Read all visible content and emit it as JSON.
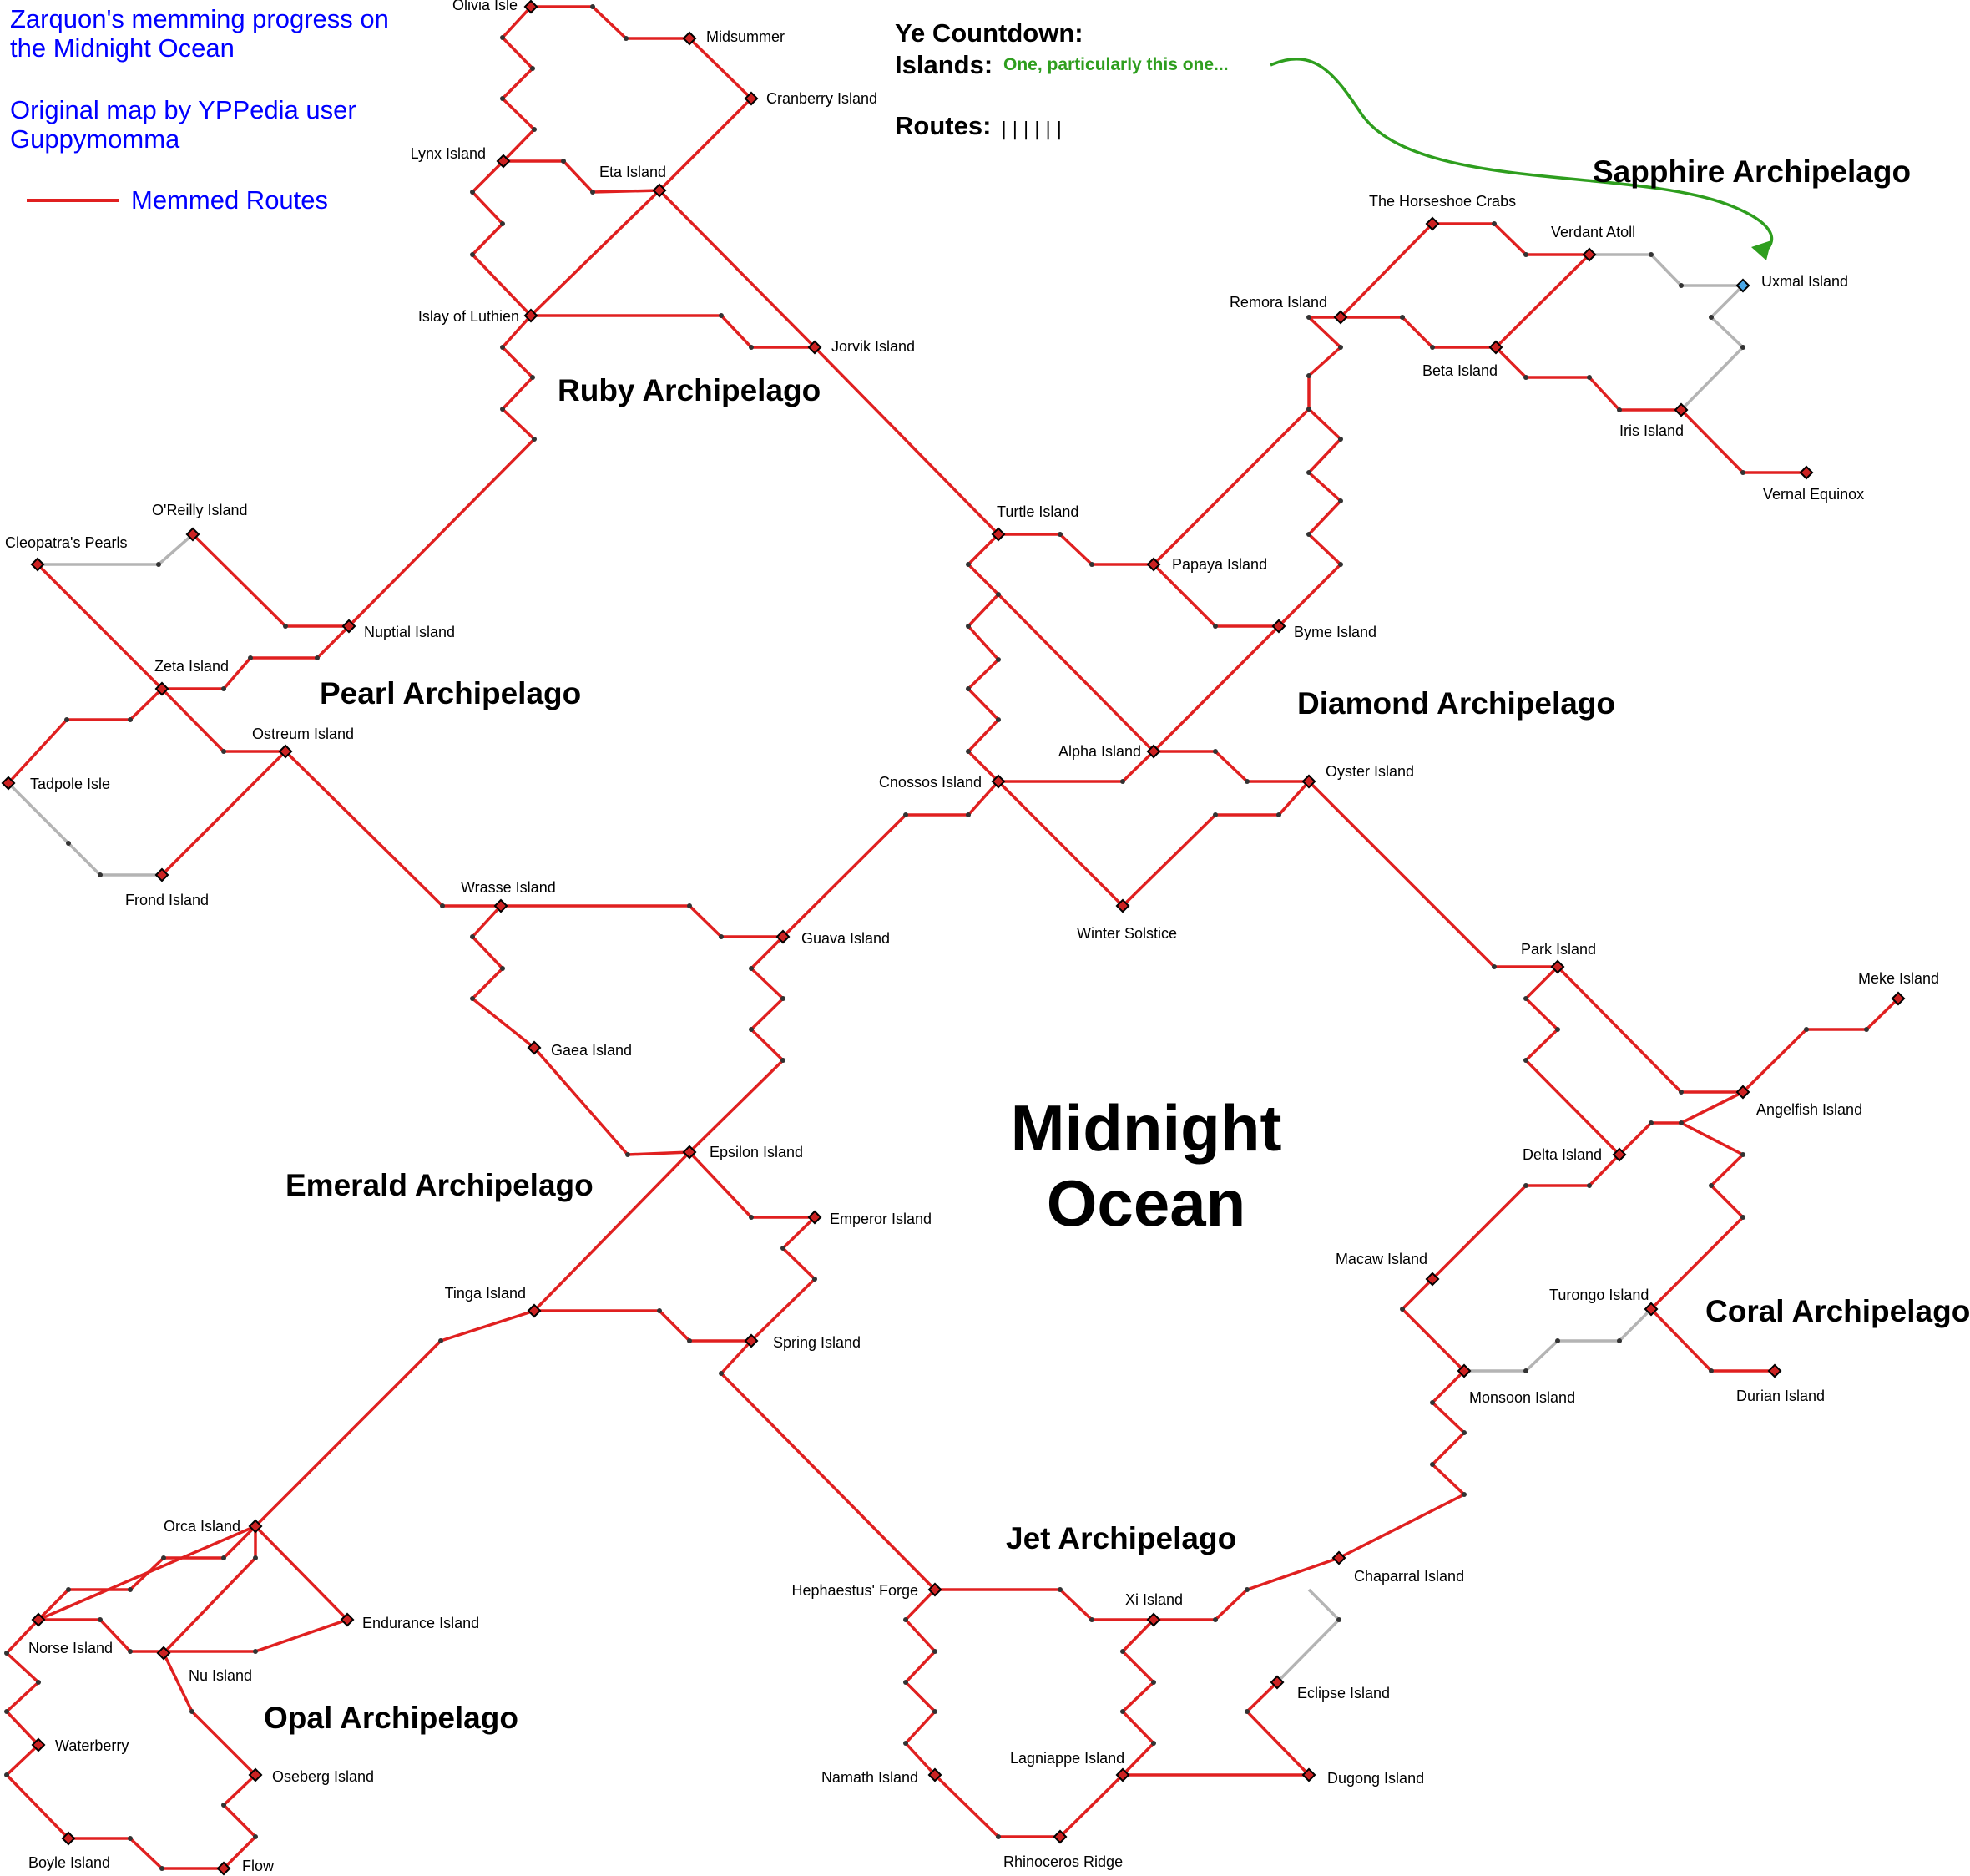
{
  "legend": {
    "title_line1": "Zarquon's memming progress on",
    "title_line2": "the Midnight Ocean",
    "credit_line1": "Original map by YPPedia user",
    "credit_line2": "Guppymomma",
    "memmed_label": "Memmed Routes"
  },
  "countdown": {
    "heading": "Ye Countdown:",
    "islands_label": "Islands:",
    "islands_value": "One, particularly this one...",
    "routes_label": "Routes:",
    "routes_value": "||||||"
  },
  "ocean": {
    "line1": "Midnight",
    "line2": "Ocean"
  },
  "colors": {
    "memmed": "#e02020",
    "unmemmed": "#b4b4b4",
    "annotation": "#2e9e1e",
    "legend_text": "#0000ff",
    "uxmal_node": "#4aa8e8"
  },
  "archipelagos": [
    "Ruby Archipelago",
    "Sapphire Archipelago",
    "Pearl Archipelago",
    "Diamond Archipelago",
    "Emerald Archipelago",
    "Coral Archipelago",
    "Jet Archipelago",
    "Opal Archipelago"
  ],
  "islands": [
    "Olivia Isle",
    "Midsummer",
    "Cranberry Island",
    "Lynx Island",
    "Eta Island",
    "Islay of Luthien",
    "Jorvik Island",
    "The Horseshoe Crabs",
    "Verdant Atoll",
    "Uxmal Island",
    "Remora Island",
    "Beta Island",
    "Iris Island",
    "Vernal Equinox",
    "O'Reilly Island",
    "Cleopatra's Pearls",
    "Nuptial Island",
    "Zeta Island",
    "Ostreum Island",
    "Tadpole Isle",
    "Frond Island",
    "Turtle Island",
    "Papaya Island",
    "Byme Island",
    "Alpha Island",
    "Cnossos Island",
    "Oyster Island",
    "Winter Solstice",
    "Wrasse Island",
    "Guava Island",
    "Gaea Island",
    "Epsilon Island",
    "Emperor Island",
    "Tinga Island",
    "Spring Island",
    "Park Island",
    "Meke Island",
    "Angelfish Island",
    "Delta Island",
    "Macaw Island",
    "Turongo Island",
    "Monsoon Island",
    "Durian Island",
    "Orca Island",
    "Endurance Island",
    "Norse Island",
    "Nu Island",
    "Waterberry",
    "Oseberg Island",
    "Boyle Island",
    "Flow",
    "Hephaestus' Forge",
    "Xi Island",
    "Chaparral Island",
    "Eclipse Island",
    "Namath Island",
    "Lagniappe Island",
    "Dugong Island",
    "Rhinoceros Ridge"
  ]
}
